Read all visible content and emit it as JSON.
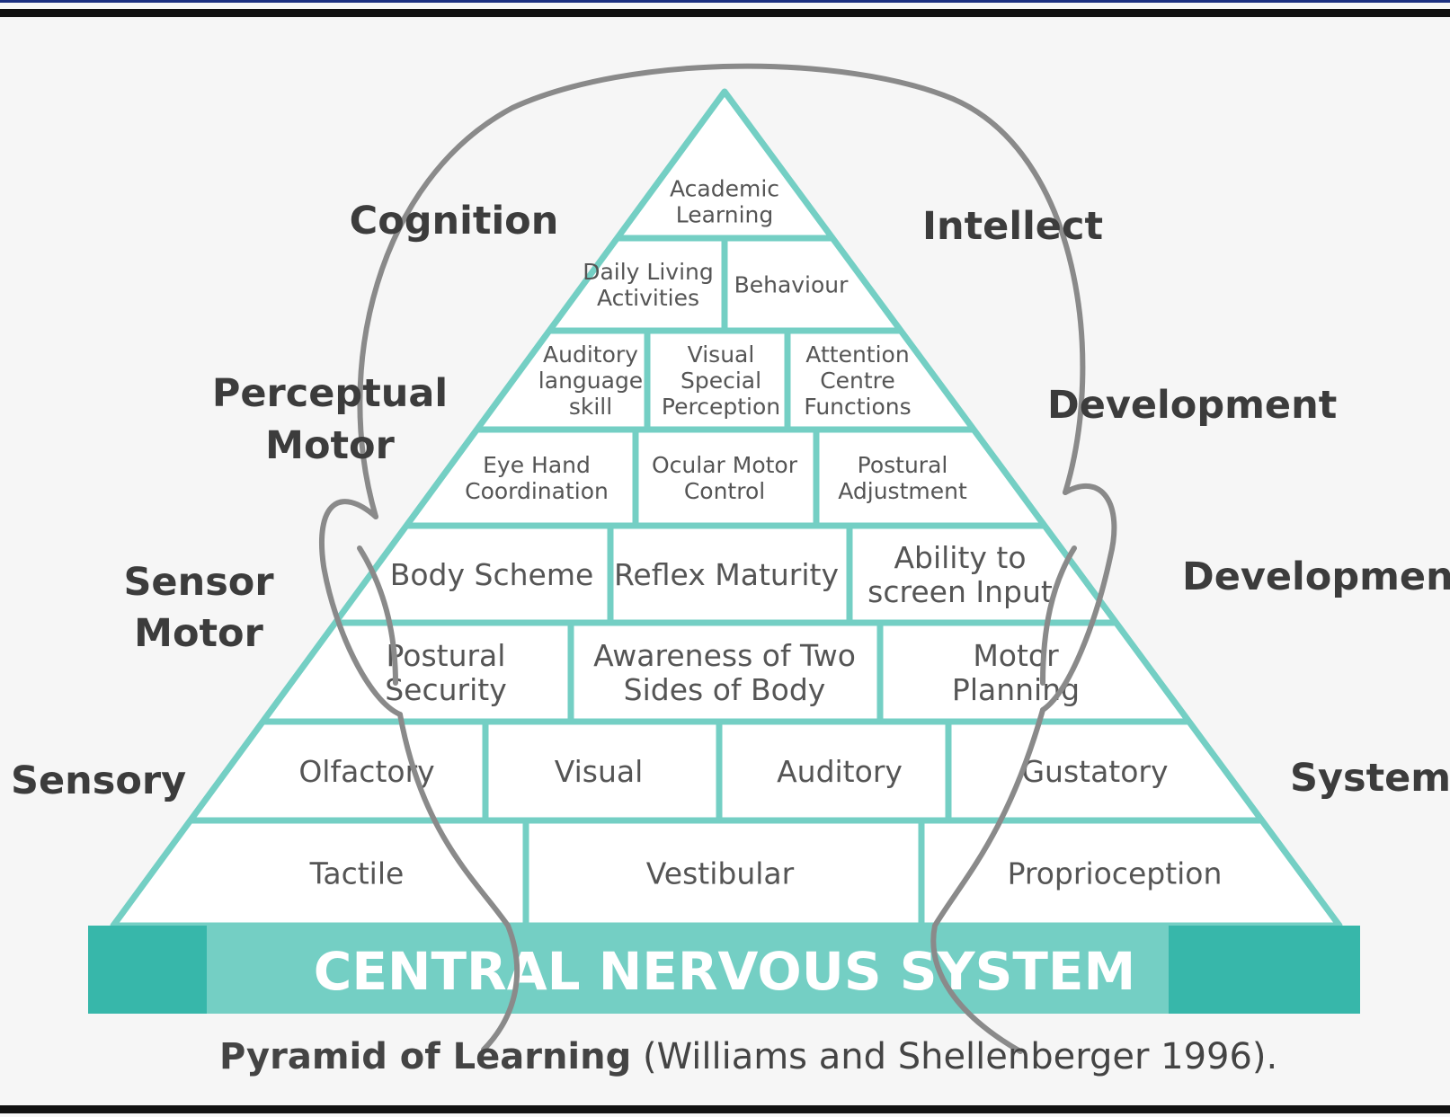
{
  "colors": {
    "teal": "#74cfc4",
    "teal_dark": "#37b7aa",
    "head_outline": "#8a8a8a",
    "page_bg": "#f6f6f6",
    "frame_top": "#1a2f80",
    "frame_bar": "#111111"
  },
  "pyramid": {
    "rows": [
      {
        "cells": [
          {
            "label": [
              "Academic",
              "Learning"
            ]
          }
        ]
      },
      {
        "cells": [
          {
            "label": [
              "Daily Living",
              "Activities"
            ]
          },
          {
            "label": [
              "Behaviour"
            ]
          }
        ]
      },
      {
        "cells": [
          {
            "label": [
              "Auditory",
              "language",
              "skill"
            ]
          },
          {
            "label": [
              "Visual",
              "Special",
              "Perception"
            ]
          },
          {
            "label": [
              "Attention",
              "Centre",
              "Functions"
            ]
          }
        ]
      },
      {
        "cells": [
          {
            "label": [
              "Eye Hand",
              "Coordination"
            ]
          },
          {
            "label": [
              "Ocular Motor",
              "Control"
            ]
          },
          {
            "label": [
              "Postural",
              "Adjustment"
            ]
          }
        ]
      },
      {
        "cells": [
          {
            "label": [
              "Body Scheme"
            ]
          },
          {
            "label": [
              "Reflex Maturity"
            ]
          },
          {
            "label": [
              "Ability to",
              "screen Input"
            ]
          }
        ]
      },
      {
        "cells": [
          {
            "label": [
              "Postural",
              "Security"
            ]
          },
          {
            "label": [
              "Awareness of Two",
              "Sides of Body"
            ]
          },
          {
            "label": [
              "Motor",
              "Planning"
            ]
          }
        ]
      },
      {
        "cells": [
          {
            "label": [
              "Olfactory"
            ]
          },
          {
            "label": [
              "Visual"
            ]
          },
          {
            "label": [
              "Auditory"
            ]
          },
          {
            "label": [
              "Gustatory"
            ]
          }
        ]
      },
      {
        "cells": [
          {
            "label": [
              "Tactile"
            ]
          },
          {
            "label": [
              "Vestibular"
            ]
          },
          {
            "label": [
              "Proprioception"
            ]
          }
        ]
      }
    ]
  },
  "base_label": "CENTRAL NERVOUS SYSTEM",
  "left_labels": [
    {
      "lines": [
        "Cognition"
      ]
    },
    {
      "lines": [
        "Perceptual",
        "Motor"
      ]
    },
    {
      "lines": [
        "Sensor",
        "Motor"
      ]
    },
    {
      "lines": [
        "Sensory"
      ]
    }
  ],
  "right_labels": [
    {
      "lines": [
        "Intellect"
      ]
    },
    {
      "lines": [
        "Development"
      ]
    },
    {
      "lines": [
        "Development"
      ]
    },
    {
      "lines": [
        "System"
      ]
    }
  ],
  "caption": {
    "bold": "Pyramid of Learning",
    "normal": " (Williams and Shellenberger 1996)."
  }
}
